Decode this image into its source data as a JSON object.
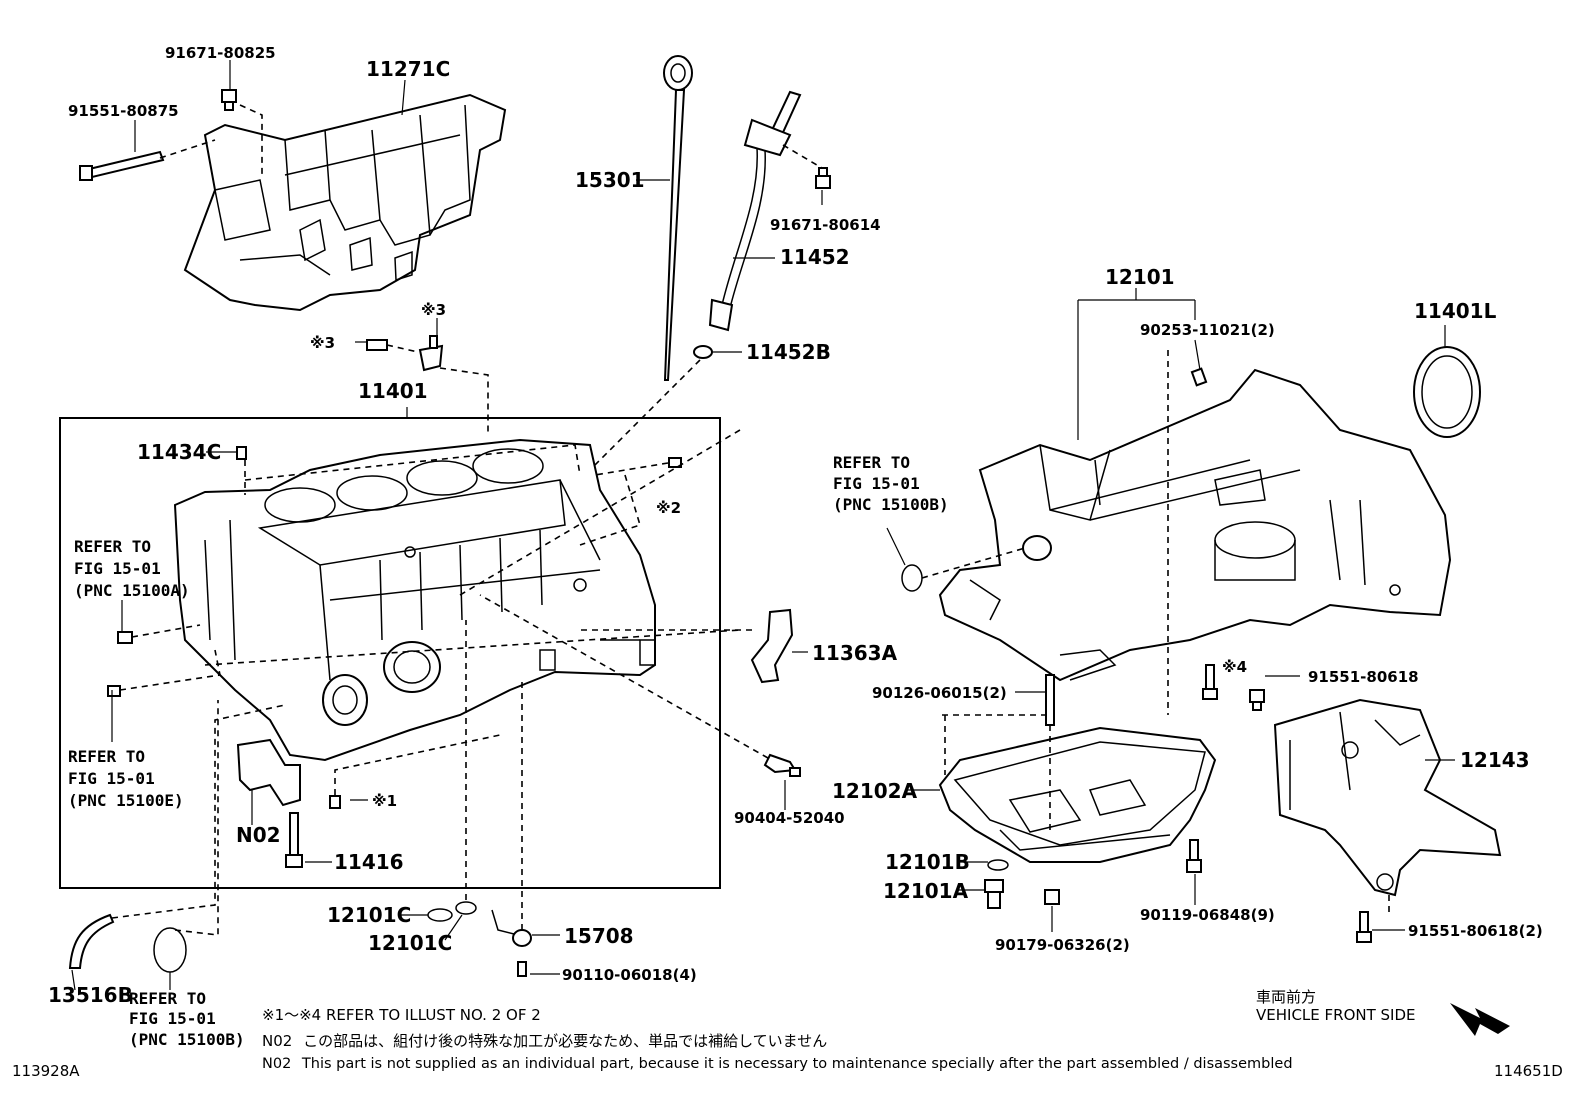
{
  "labels": {
    "p91671_80825": "91671-80825",
    "p11271C": "11271C",
    "p91551_80875": "91551-80875",
    "p15301": "15301",
    "p91671_80614": "91671-80614",
    "p11452": "11452",
    "p11452B": "11452B",
    "p12101": "12101",
    "p90253_11021": "90253-11021(2)",
    "p11401L": "11401L",
    "mark3a": "※3",
    "mark3b": "※3",
    "p11401": "11401",
    "p11434C": "11434C",
    "mark2": "※2",
    "p11363A": "11363A",
    "p90126_06015": "90126-06015(2)",
    "mark4": "※4",
    "p91551_80618": "91551-80618",
    "p12143": "12143",
    "p12102A": "12102A",
    "p90404_52040": "90404-52040",
    "mark1": "※1",
    "pN02": "N02",
    "p11416": "11416",
    "p12101B": "12101B",
    "p12101A": "12101A",
    "p90119_06848": "90119-06848(9)",
    "p91551_80618_2": "91551-80618(2)",
    "p90179_06326": "90179-06326(2)",
    "p12101C_a": "12101C",
    "p12101C_b": "12101C",
    "p15708": "15708",
    "p90110_06018": "90110-06018(4)",
    "p13516B": "13516B"
  },
  "refs": {
    "refA_1": "REFER TO",
    "refA_2": "FIG 15-01",
    "refA_3": "(PNC 15100A)",
    "refE_1": "REFER TO",
    "refE_2": "FIG 15-01",
    "refE_3": "(PNC 15100E)",
    "refB_1": "REFER TO",
    "refB_2": "FIG 15-01",
    "refB_3": "(PNC 15100B)",
    "refB2_1": "REFER TO",
    "refB2_2": "FIG 15-01",
    "refB2_3": "(PNC 15100B)"
  },
  "notes": {
    "line1": "※1～※4  REFER TO ILLUST NO. 2 OF 2",
    "line2_code": "N02",
    "line2_text": "この部品は、組付け後の特殊な加工が必要なため、単品では補給していません",
    "line3_code": "N02",
    "line3_text": "This part is not supplied as an individual part, because it is necessary to maintenance specially after the part assembled / disassembled"
  },
  "front": {
    "jp": "車両前方",
    "en": "VEHICLE FRONT SIDE"
  },
  "ids": {
    "left": "113928A",
    "right": "114651D"
  }
}
